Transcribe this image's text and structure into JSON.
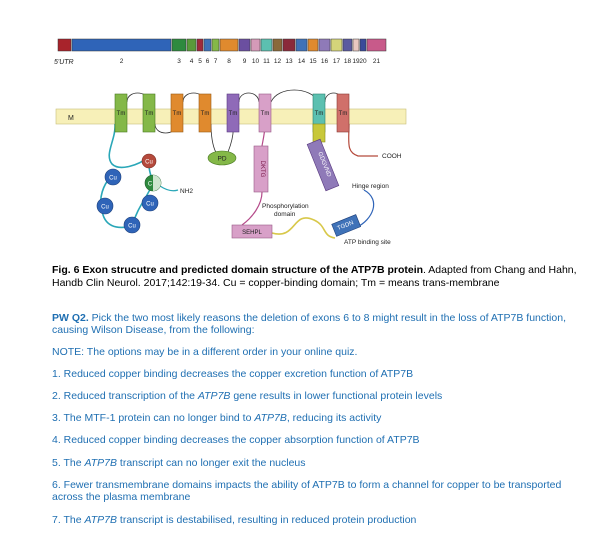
{
  "exon_map": {
    "utr_label": "5'UTR",
    "exons": [
      {
        "label": "",
        "color": "#a8232b"
      },
      {
        "label": "2",
        "color": "#2f64b8"
      },
      {
        "label": "3",
        "color": "#2e8a3e"
      },
      {
        "label": "4",
        "color": "#5a9b3a"
      },
      {
        "label": "5",
        "color": "#a02a3a"
      },
      {
        "label": "6",
        "color": "#3f72b8"
      },
      {
        "label": "7",
        "color": "#84b848"
      },
      {
        "label": "8",
        "color": "#e08a2e"
      },
      {
        "label": "9",
        "color": "#6b4fa0"
      },
      {
        "label": "10",
        "color": "#d49ab8"
      },
      {
        "label": "11",
        "color": "#5cc0b0"
      },
      {
        "label": "12",
        "color": "#8a6a3a"
      },
      {
        "label": "13",
        "color": "#8a2a3a"
      },
      {
        "label": "14",
        "color": "#3f72b8"
      },
      {
        "label": "15",
        "color": "#e08a2e"
      },
      {
        "label": "16",
        "color": "#8f7ab8"
      },
      {
        "label": "17",
        "color": "#d4d47a"
      },
      {
        "label": "18",
        "color": "#5a5aa0"
      },
      {
        "label": "19",
        "color": "#e8c8c0"
      },
      {
        "label": "20",
        "color": "#3a4a9a"
      },
      {
        "label": "21",
        "color": "#c85a8a"
      }
    ]
  },
  "diagram": {
    "membrane_label": "M",
    "tm_label": "Tm",
    "pd_label": "PD",
    "dktg_label": "DKTG",
    "sehpl_label": "SEHPL",
    "gdgvnd_label": "GDGVND",
    "tgdn_label": "TGDN",
    "cu_label": "Cu",
    "c_label": "C",
    "nh2_label": "NH2",
    "cooh_label": "COOH",
    "hinge_label": "Hinge region",
    "phos_label_1": "Phosphorylation",
    "phos_label_2": "domain",
    "atp_label": "ATP binding site"
  },
  "caption": {
    "bold": "Fig. 6 Exon strucutre and predicted domain structure of the ATP7B protein",
    "rest": ". Adapted from Chang and Hahn, Handb Clin Neurol. 2017;142:19-34. Cu = copper-binding domain; Tm = means trans-membrane"
  },
  "question": {
    "prefix": "PW Q2.",
    "text": " Pick the two most likely reasons the deletion of exons 6 to 8 might result in the loss of ATP7B function, causing Wilson Disease, from the following:",
    "note": "NOTE: The options may be in a different order in your online quiz."
  },
  "options": {
    "o1": "1. Reduced copper binding decreases the copper excretion function of ATP7B",
    "o2a": "2. Reduced transcription of the ",
    "o2i": "ATP7B",
    "o2b": " gene results in lower functional protein levels",
    "o3a": "3. The MTF-1 protein can no longer bind to ",
    "o3i": "ATP7B",
    "o3b": ", reducing its activity",
    "o4": "4. Reduced copper binding decreases the copper absorption function of ATP7B",
    "o5a": "5. The ",
    "o5i": "ATP7B",
    "o5b": " transcript can no longer exit the nucleus",
    "o6": "6. Fewer transmembrane domains impacts the ability of ATP7B to form a channel for copper to be transported across the plasma membrane",
    "o7a": "7. The ",
    "o7i": "ATP7B",
    "o7b": " transcript is destabilised, resulting in reduced protein production"
  }
}
